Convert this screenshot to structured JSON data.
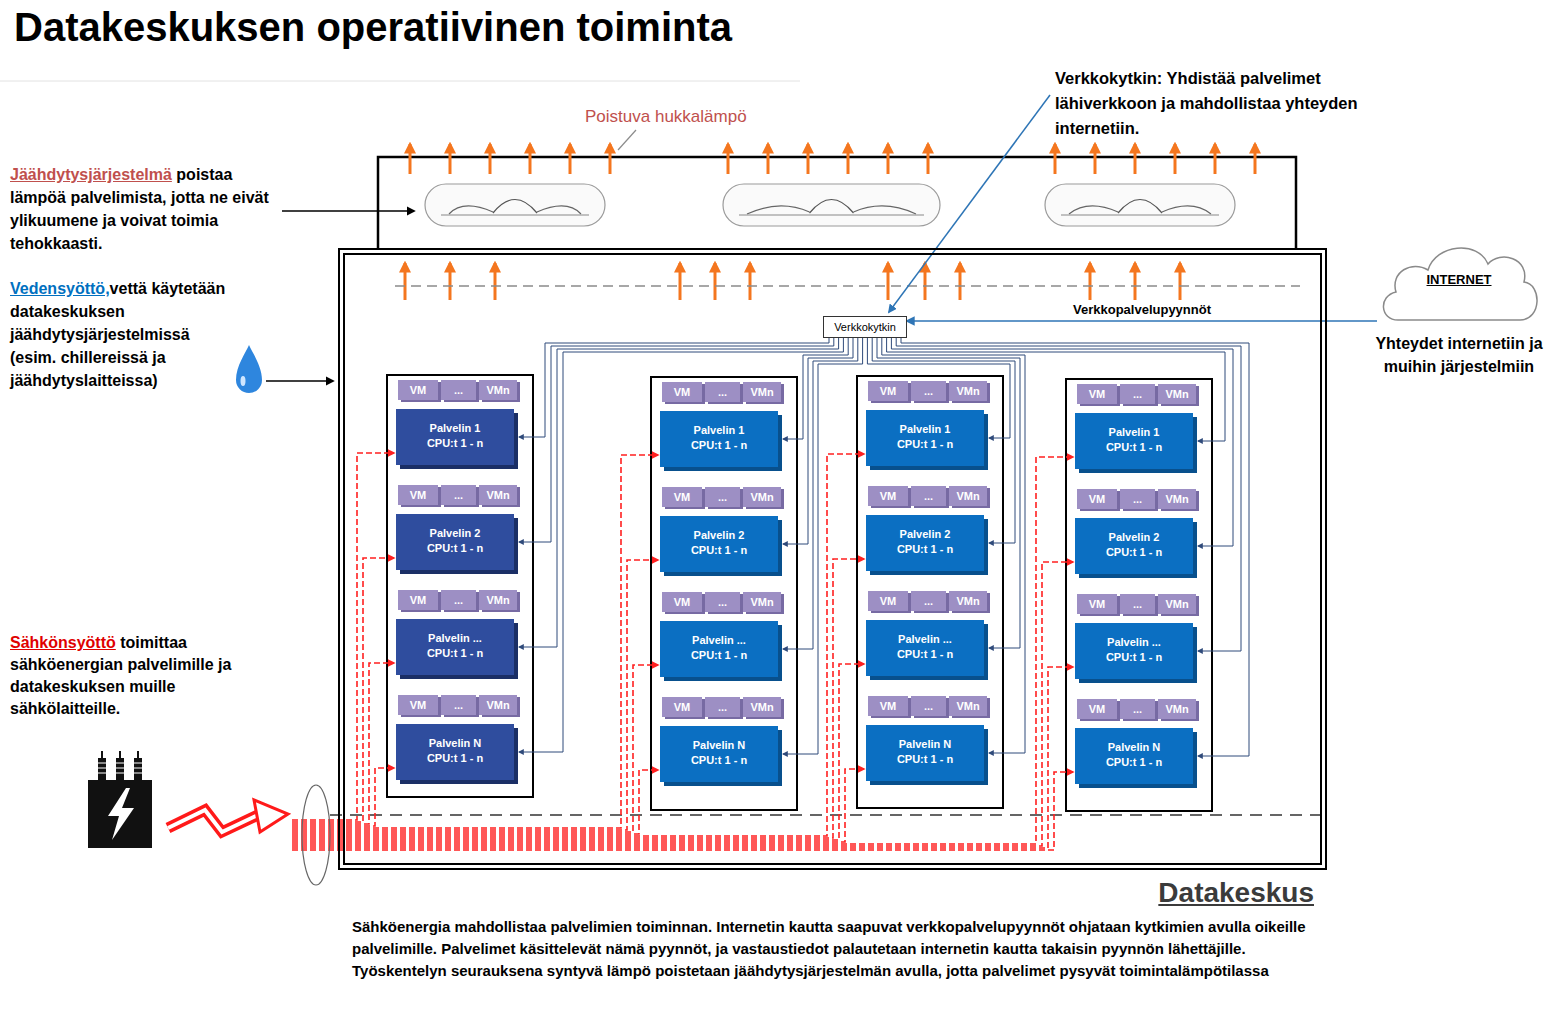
{
  "diagram": {
    "title": "Datakeskuksen operatiivinen toiminta",
    "caption": "Sähköenergia mahdollistaa palvelimien toiminnan. Internetin kautta saapuvat verkkopalvelupyynnöt ohjataan kytkimien avulla oikeille palvelimille. Palvelimet käsittelevät nämä pyynnöt, ja vastaustiedot palautetaan internetin kautta takaisin pyynnön lähettäjille. Työskentelyn seurauksena syntyvä lämpö poistetaan jäähdytysjärjestelmän avulla, jotta palvelimet pysyvät toimintalämpötilassa",
    "nodes": [
      {
        "text": [
          "Datakeskus"
        ]
      },
      {
        "text": [
          "Verkkokytkin"
        ],
        "in": 0
      },
      {
        "text": [
          "INTERNET",
          "Yhteydet internetiin ja muihin järjestelmiin"
        ]
      },
      {
        "text": [
          "VM"
        ],
        "in": 0
      },
      {
        "text": [
          "..."
        ],
        "in": 0
      },
      {
        "text": [
          "VMn"
        ],
        "in": 0
      },
      {
        "text": [
          "Palvelin 1",
          "CPU:t 1 - n"
        ],
        "in": 0
      },
      {
        "text": [
          "VM"
        ],
        "in": 0
      },
      {
        "text": [
          "..."
        ],
        "in": 0
      },
      {
        "text": [
          "VMn"
        ],
        "in": 0
      },
      {
        "text": [
          "Palvelin 2",
          "CPU:t 1 - n"
        ],
        "in": 0
      },
      {
        "text": [
          "VM"
        ],
        "in": 0
      },
      {
        "text": [
          "..."
        ],
        "in": 0
      },
      {
        "text": [
          "VMn"
        ],
        "in": 0
      },
      {
        "text": [
          "Palvelin ...",
          "CPU:t 1 - n"
        ],
        "in": 0
      },
      {
        "text": [
          "VM"
        ],
        "in": 0
      },
      {
        "text": [
          "..."
        ],
        "in": 0
      },
      {
        "text": [
          "VMn"
        ],
        "in": 0
      },
      {
        "text": [
          "Palvelin N",
          "CPU:t 1 - n"
        ],
        "in": 0
      },
      {
        "text": [
          "VM"
        ],
        "in": 0
      },
      {
        "text": [
          "..."
        ],
        "in": 0
      },
      {
        "text": [
          "VMn"
        ],
        "in": 0
      },
      {
        "text": [
          "Palvelin 1",
          "CPU:t 1 - n"
        ],
        "in": 0
      },
      {
        "text": [
          "VM"
        ],
        "in": 0
      },
      {
        "text": [
          "..."
        ],
        "in": 0
      },
      {
        "text": [
          "VMn"
        ],
        "in": 0
      },
      {
        "text": [
          "Palvelin 2",
          "CPU:t 1 - n"
        ],
        "in": 0
      },
      {
        "text": [
          "VM"
        ],
        "in": 0
      },
      {
        "text": [
          "..."
        ],
        "in": 0
      },
      {
        "text": [
          "VMn"
        ],
        "in": 0
      },
      {
        "text": [
          "Palvelin ...",
          "CPU:t 1 - n"
        ],
        "in": 0
      },
      {
        "text": [
          "VM"
        ],
        "in": 0
      },
      {
        "text": [
          "..."
        ],
        "in": 0
      },
      {
        "text": [
          "VMn"
        ],
        "in": 0
      },
      {
        "text": [
          "Palvelin N",
          "CPU:t 1 - n"
        ],
        "in": 0
      },
      {
        "text": [
          "VM"
        ],
        "in": 0
      },
      {
        "text": [
          "..."
        ],
        "in": 0
      },
      {
        "text": [
          "VMn"
        ],
        "in": 0
      },
      {
        "text": [
          "Palvelin 1",
          "CPU:t 1 - n"
        ],
        "in": 0
      },
      {
        "text": [
          "VM"
        ],
        "in": 0
      },
      {
        "text": [
          "..."
        ],
        "in": 0
      },
      {
        "text": [
          "VMn"
        ],
        "in": 0
      },
      {
        "text": [
          "Palvelin 2",
          "CPU:t 1 - n"
        ],
        "in": 0
      },
      {
        "text": [
          "VM"
        ],
        "in": 0
      },
      {
        "text": [
          "..."
        ],
        "in": 0
      },
      {
        "text": [
          "VMn"
        ],
        "in": 0
      },
      {
        "text": [
          "Palvelin ...",
          "CPU:t 1 - n"
        ],
        "in": 0
      },
      {
        "text": [
          "VM"
        ],
        "in": 0
      },
      {
        "text": [
          "..."
        ],
        "in": 0
      },
      {
        "text": [
          "VMn"
        ],
        "in": 0
      },
      {
        "text": [
          "Palvelin N",
          "CPU:t 1 - n"
        ],
        "in": 0
      },
      {
        "text": [
          "VM"
        ],
        "in": 0
      },
      {
        "text": [
          "..."
        ],
        "in": 0
      },
      {
        "text": [
          "VMn"
        ],
        "in": 0
      },
      {
        "text": [
          "Palvelin 1",
          "CPU:t 1 - n"
        ],
        "in": 0
      },
      {
        "text": [
          "VM"
        ],
        "in": 0
      },
      {
        "text": [
          "..."
        ],
        "in": 0
      },
      {
        "text": [
          "VMn"
        ],
        "in": 0
      },
      {
        "text": [
          "Palvelin 2",
          "CPU:t 1 - n"
        ],
        "in": 0
      },
      {
        "text": [
          "VM"
        ],
        "in": 0
      },
      {
        "text": [
          "..."
        ],
        "in": 0
      },
      {
        "text": [
          "VMn"
        ],
        "in": 0
      },
      {
        "text": [
          "Palvelin ...",
          "CPU:t 1 - n"
        ],
        "in": 0
      },
      {
        "text": [
          "VM"
        ],
        "in": 0
      },
      {
        "text": [
          "..."
        ],
        "in": 0
      },
      {
        "text": [
          "VMn"
        ],
        "in": 0
      },
      {
        "text": [
          "Palvelin N",
          "CPU:t 1 - n"
        ],
        "in": 0
      }
    ],
    "edges": [
      {
        "from": 2,
        "to": 1,
        "arrow": "to",
        "label": "Verkkopalvelupyynnöt"
      },
      {
        "from": 1,
        "to": 6,
        "arrow": "to"
      },
      {
        "from": 1,
        "to": 10,
        "arrow": "to"
      },
      {
        "from": 1,
        "to": 14,
        "arrow": "to"
      },
      {
        "from": 1,
        "to": 18,
        "arrow": "to"
      },
      {
        "from": 1,
        "to": 22,
        "arrow": "to"
      },
      {
        "from": 1,
        "to": 26,
        "arrow": "to"
      },
      {
        "from": 1,
        "to": 30,
        "arrow": "to"
      },
      {
        "from": 1,
        "to": 34,
        "arrow": "to"
      },
      {
        "from": 1,
        "to": 38,
        "arrow": "to"
      },
      {
        "from": 1,
        "to": 42,
        "arrow": "to"
      },
      {
        "from": 1,
        "to": 46,
        "arrow": "to"
      },
      {
        "from": 1,
        "to": 50,
        "arrow": "to"
      },
      {
        "from": 1,
        "to": 54,
        "arrow": "to"
      },
      {
        "from": 1,
        "to": 58,
        "arrow": "to"
      },
      {
        "from": 1,
        "to": 62,
        "arrow": "to"
      },
      {
        "from": 1,
        "to": 66,
        "arrow": "to"
      }
    ],
    "labels": [
      "Poistuva hukkalämpö",
      "Verkkokytkin: Yhdistää palvelimet lähiverkkoon ja mahdollistaa yhteyden internetiin.",
      "Jäähdytysjärjestelmä",
      "poistaa lämpöä palvelimista, jotta ne eivät ylikuumene ja voivat toimia tehokkaasti.",
      "Vedensyöttö,",
      "vettä käytetään datakeskuksen jäähdytysjärjestelmissä (esim. chillereissä ja jäähdytyslaitteissa)",
      "Sähkönsyöttö",
      "toimittaa sähköenergian palvelimille ja datakeskuksen muille sähkölaitteille."
    ]
  }
}
